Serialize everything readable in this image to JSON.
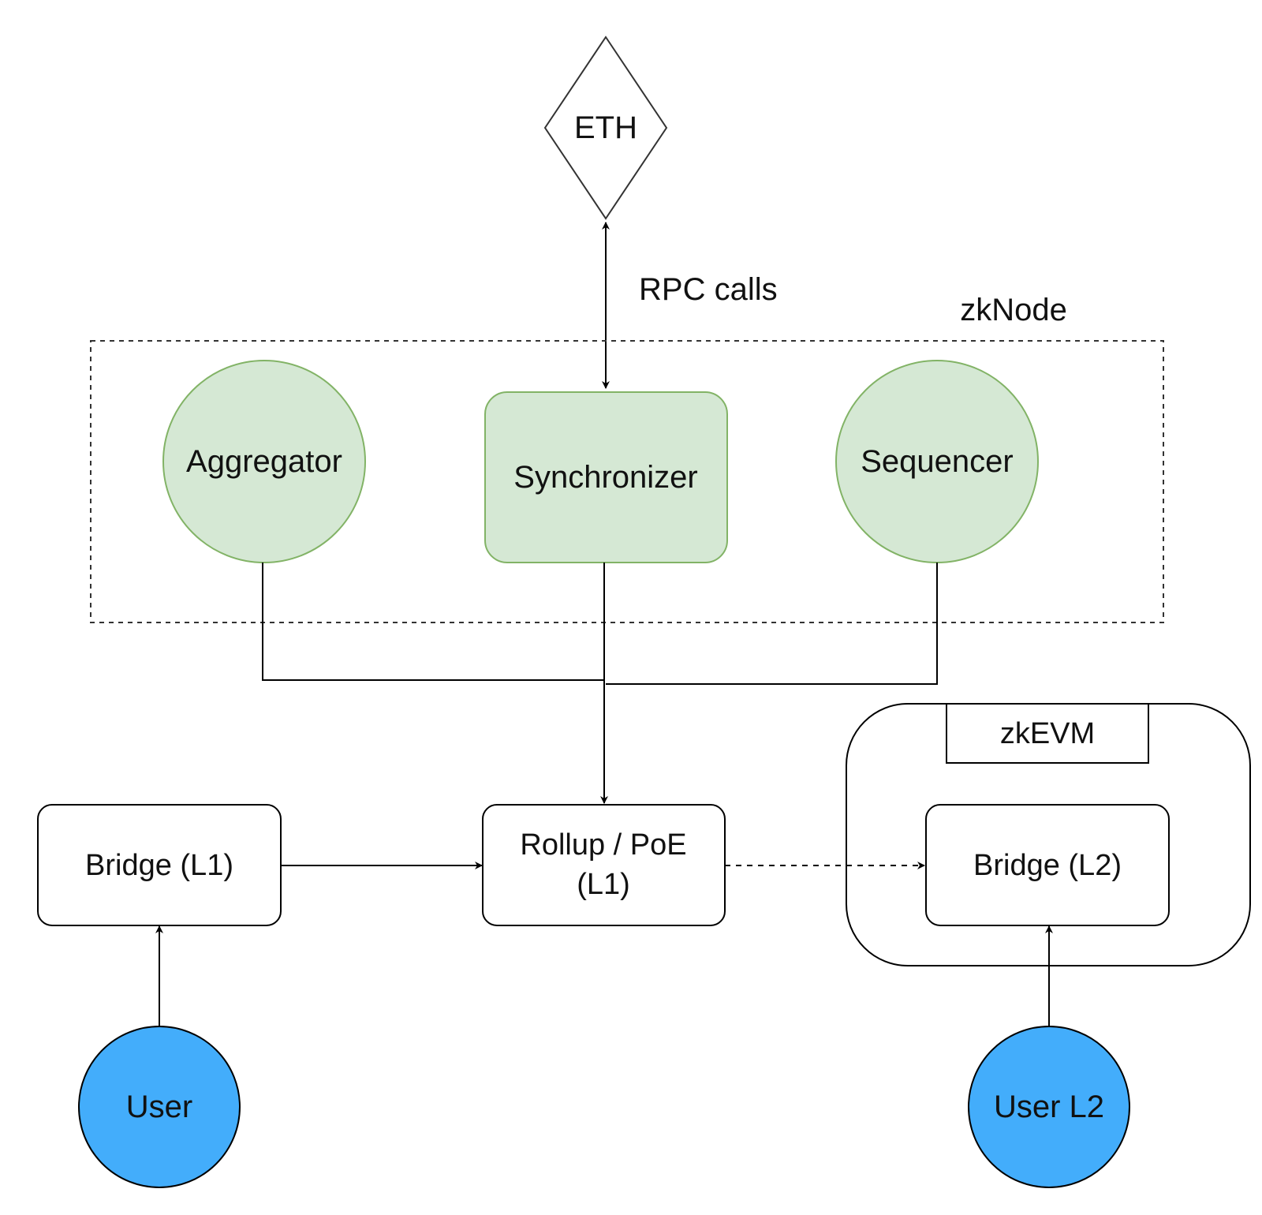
{
  "nodes": {
    "eth": "ETH",
    "rpc_label": "RPC calls",
    "zknode_label": "zkNode",
    "aggregator": "Aggregator",
    "synchronizer": "Synchronizer",
    "sequencer": "Sequencer",
    "bridge_l1": "Bridge (L1)",
    "rollup_line1": "Rollup / PoE",
    "rollup_line2": "(L1)",
    "zkevm": "zkEVM",
    "bridge_l2": "Bridge (L2)",
    "user": "User",
    "user_l2": "User L2"
  },
  "colors": {
    "component_fill": "#d5e8d4",
    "component_stroke": "#82b366",
    "user_fill": "#43adfb",
    "line": "#000000"
  }
}
